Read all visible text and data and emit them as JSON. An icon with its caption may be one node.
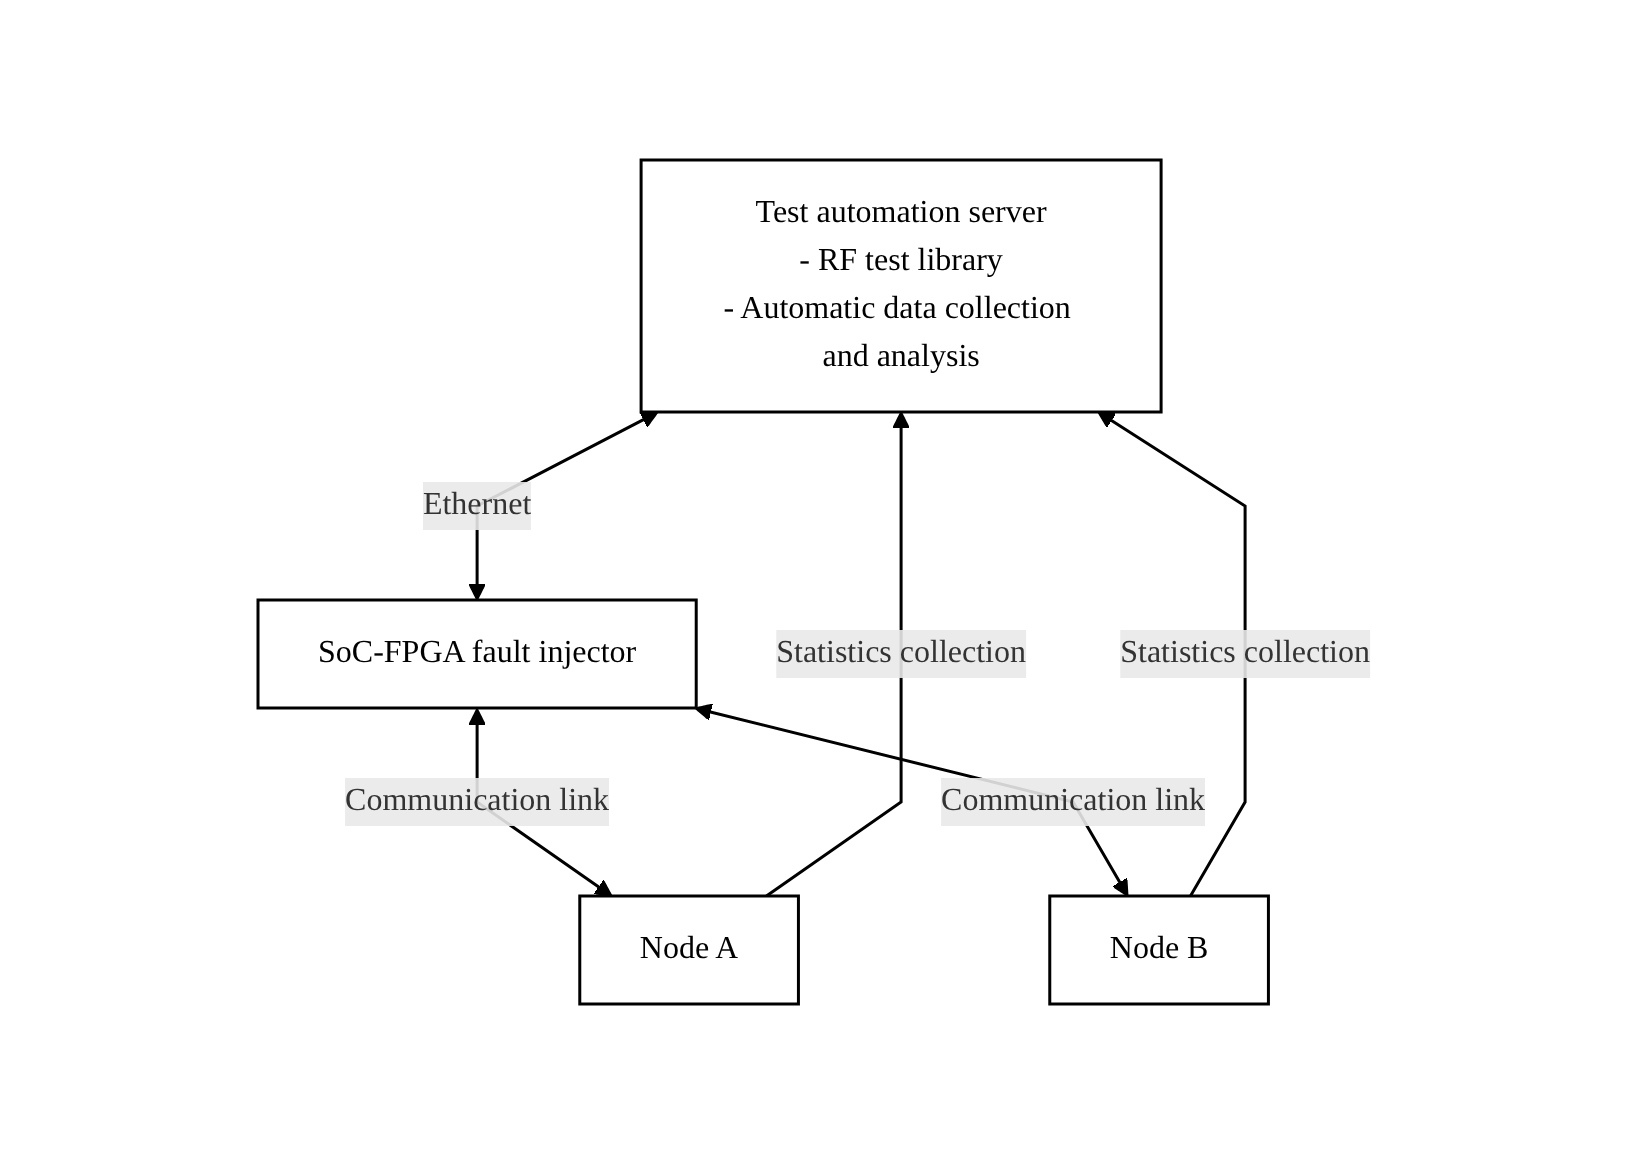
{
  "diagram": {
    "nodes": [
      {
        "text": [
          "Test automation server",
          "- RF test library",
          "- Automatic data collection and analysis"
        ]
      },
      {
        "text": [
          "SoC-FPGA fault injector"
        ]
      },
      {
        "text": [
          "Node A"
        ]
      },
      {
        "text": [
          "Node B"
        ]
      }
    ],
    "edges": [
      {
        "from": 2,
        "to": 0,
        "arrow": "to",
        "label": "Statistics collection"
      },
      {
        "from": 3,
        "to": 0,
        "arrow": "to",
        "label": "Statistics collection"
      },
      {
        "from": 0,
        "to": 1,
        "arrow": "both",
        "label": "Ethernet"
      },
      {
        "from": 1,
        "to": 2,
        "arrow": "both",
        "label": "Communication link"
      },
      {
        "from": 1,
        "to": 3,
        "arrow": "both",
        "label": "Communication link"
      }
    ]
  }
}
